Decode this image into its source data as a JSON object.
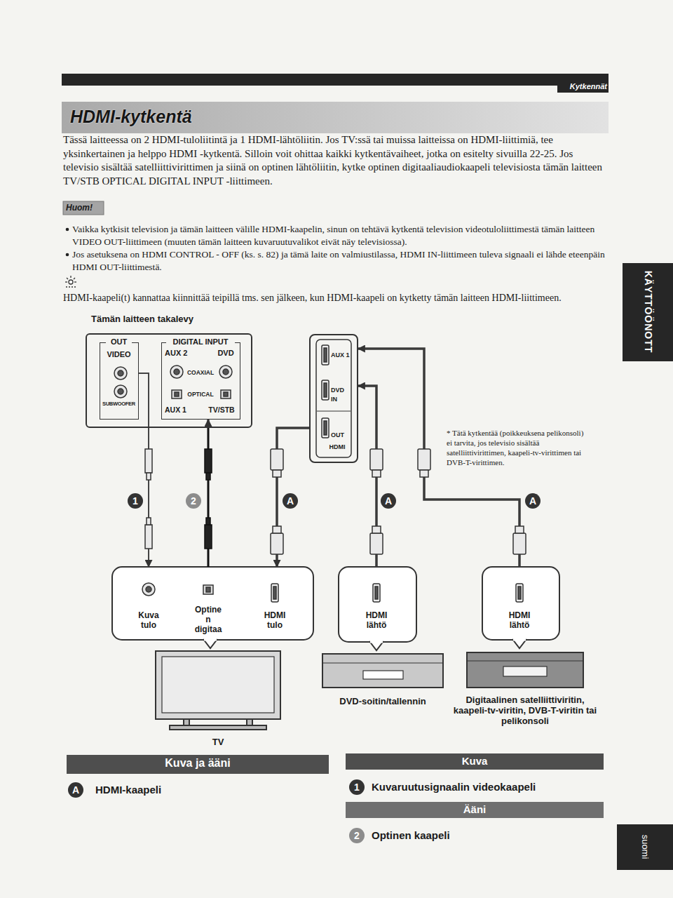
{
  "diagram": {
    "title": "HDMI-kytkentä",
    "nodes": [
      {
        "text": [
          "Tämän laitteen takalevy"
        ]
      },
      {
        "text": [
          "OUT",
          "VIDEO",
          "SUBWOOFER"
        ],
        "in": 0
      },
      {
        "text": [
          "DIGITAL INPUT",
          "AUX 2",
          "DVD",
          "COAXIAL",
          "OPTICAL",
          "AUX 1",
          "TV/STB"
        ],
        "in": 0
      },
      {
        "text": [
          "AUX 1",
          "DVD IN",
          "OUT",
          "HDMI"
        ]
      },
      {
        "text": [
          "Kuva tulo",
          "Optine n digitaa",
          "HDMI tulo"
        ]
      },
      {
        "text": [
          "HDMI lähtö"
        ]
      },
      {
        "text": [
          "HDMI lähtö"
        ]
      },
      {
        "text": [
          "Kuva ja ääni"
        ]
      },
      {
        "text": [
          "Kuva"
        ]
      },
      {
        "text": [
          "Ääni"
        ]
      }
    ],
    "edges": [
      {
        "from": 1,
        "to": 4,
        "arrow": "to",
        "label": "1"
      },
      {
        "from": 4,
        "to": 2,
        "arrow": "to",
        "label": "2"
      },
      {
        "from": 3,
        "to": 4,
        "arrow": "to",
        "label": "A"
      },
      {
        "from": 5,
        "to": 3,
        "arrow": "to",
        "label": "A"
      },
      {
        "from": 6,
        "to": 3,
        "arrow": "to",
        "label": "A"
      }
    ],
    "labels": [
      "Kytkennät",
      "Tässä laitteessa on 2 HDMI-tuloliitintä ja 1 HDMI-lähtöliitin. Jos TV:ssä tai muissa laitteissa on HDMI-liittimiä, tee yksinkertainen ja helppo HDMI -kytkentä. Silloin voit ohittaa kaikki kytkentävaiheet, jotka on esitelty sivuilla 22-25. Jos televisio sisältää satelliittivirittimen ja siinä on optinen lähtöliitin, kytke optinen digitaaliaudiokaapeli televisiosta tämän laitteen TV/STB OPTICAL DIGITAL INPUT -liittimeen.",
      "Huom!",
      "Vaikka kytkisit television ja tämän laitteen välille HDMI-kaapelin, sinun on tehtävä kytkentä television videotuloliittimestä tämän laitteen VIDEO OUT-liittimeen (muuten tämän laitteen kuvaruutuvalikot eivät näy televisiossa).",
      "Jos asetuksena on HDMI CONTROL - OFF (ks. s. 82) ja tämä laite on valmiustilassa, HDMI IN-liittimeen tuleva signaali ei lähde eteenpäin HDMI OUT-liittimestä.",
      "HDMI-kaapeli(t) kannattaa kiinnittää teipillä tms. sen jälkeen, kun HDMI-kaapeli on kytketty tämän laitteen HDMI-liittimeen.",
      "KÄYTTÖÖNOTT",
      "* Tätä kytkentää (poikkeuksena pelikonsoli) ei tarvita, jos televisio sisältää satelliittivirittimen, kaapeli-tv-virittimen tai DVB-T-virittimen.",
      "DVD-soitin/tallennin",
      "Digitaalinen satelliittiviritin, kaapeli-tv-viritin, DVB-T-viritin tai pelikonsoli",
      "TV",
      "A",
      "HDMI-kaapeli",
      "1",
      "Kuvaruutusignaalin videokaapeli",
      "2",
      "Optinen kaapeli",
      "suomi"
    ]
  }
}
